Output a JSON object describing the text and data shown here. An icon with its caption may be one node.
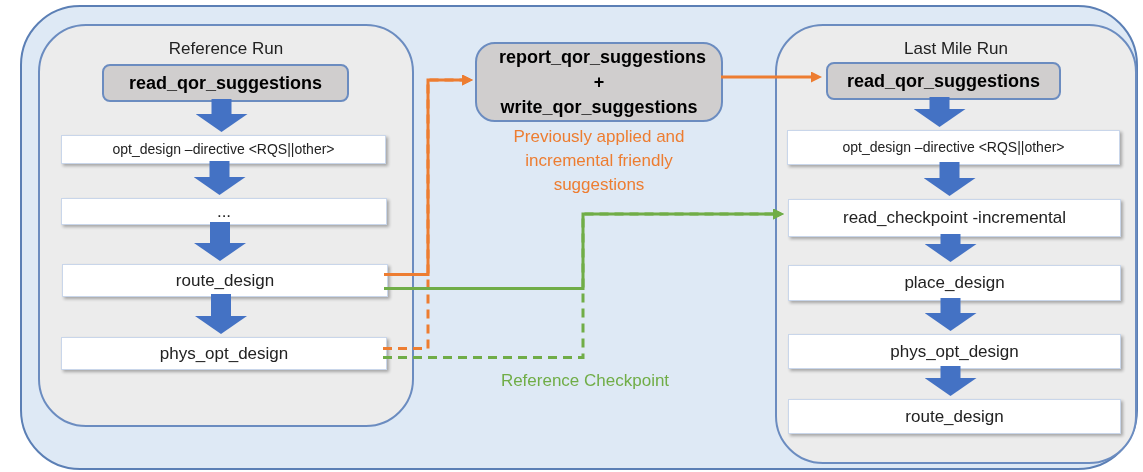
{
  "diagram": {
    "nodes": [
      {
        "text": [],
        "shape": "box"
      },
      {
        "text": [
          "Reference Run"
        ],
        "in": 0
      },
      {
        "text": [
          "read_qor_suggestions"
        ],
        "in": 1
      },
      {
        "text": [
          "opt_design –directive <RQS||other>"
        ],
        "in": 1
      },
      {
        "text": [
          "..."
        ],
        "in": 1
      },
      {
        "text": [
          "route_design"
        ],
        "in": 1
      },
      {
        "text": [
          "phys_opt_design"
        ],
        "in": 1
      },
      {
        "text": [
          "report_qor_suggestions + write_qor_suggestions"
        ],
        "in": 0,
        "beside": [
          "Previously applied and incremental friendly suggestions"
        ]
      },
      {
        "text": [
          "Last Mile Run"
        ],
        "in": 0
      },
      {
        "text": [
          "read_qor_suggestions"
        ],
        "in": 8
      },
      {
        "text": [
          "opt_design –directive <RQS||other>"
        ],
        "in": 8
      },
      {
        "text": [
          "read_checkpoint -incremental"
        ],
        "in": 8
      },
      {
        "text": [
          "place_design"
        ],
        "in": 8
      },
      {
        "text": [
          "phys_opt_design"
        ],
        "in": 8
      },
      {
        "text": [
          "route_design"
        ],
        "in": 8
      }
    ],
    "edges": [
      {
        "from": 2,
        "to": 3,
        "arrow": "to"
      },
      {
        "from": 3,
        "to": 4,
        "arrow": "to"
      },
      {
        "from": 4,
        "to": 5,
        "arrow": "to"
      },
      {
        "from": 5,
        "to": 6,
        "arrow": "to"
      },
      {
        "from": 9,
        "to": 10,
        "arrow": "to"
      },
      {
        "from": 10,
        "to": 11,
        "arrow": "to"
      },
      {
        "from": 11,
        "to": 12,
        "arrow": "to"
      },
      {
        "from": 12,
        "to": 13,
        "arrow": "to"
      },
      {
        "from": 13,
        "to": 14,
        "arrow": "to"
      },
      {
        "from": 5,
        "to": 7,
        "arrow": "to",
        "color": "#ed7d31"
      },
      {
        "from": 6,
        "to": 7,
        "arrow": "to",
        "style": "dashed",
        "color": "#ed7d31"
      },
      {
        "from": 7,
        "to": 9,
        "arrow": "to",
        "color": "#ed7d31"
      },
      {
        "from": 5,
        "to": 11,
        "arrow": "to",
        "color": "#70ad47"
      },
      {
        "from": 6,
        "to": 11,
        "arrow": "to",
        "style": "dashed",
        "color": "#70ad47"
      }
    ],
    "labels": [
      "Reference Checkpoint"
    ]
  }
}
